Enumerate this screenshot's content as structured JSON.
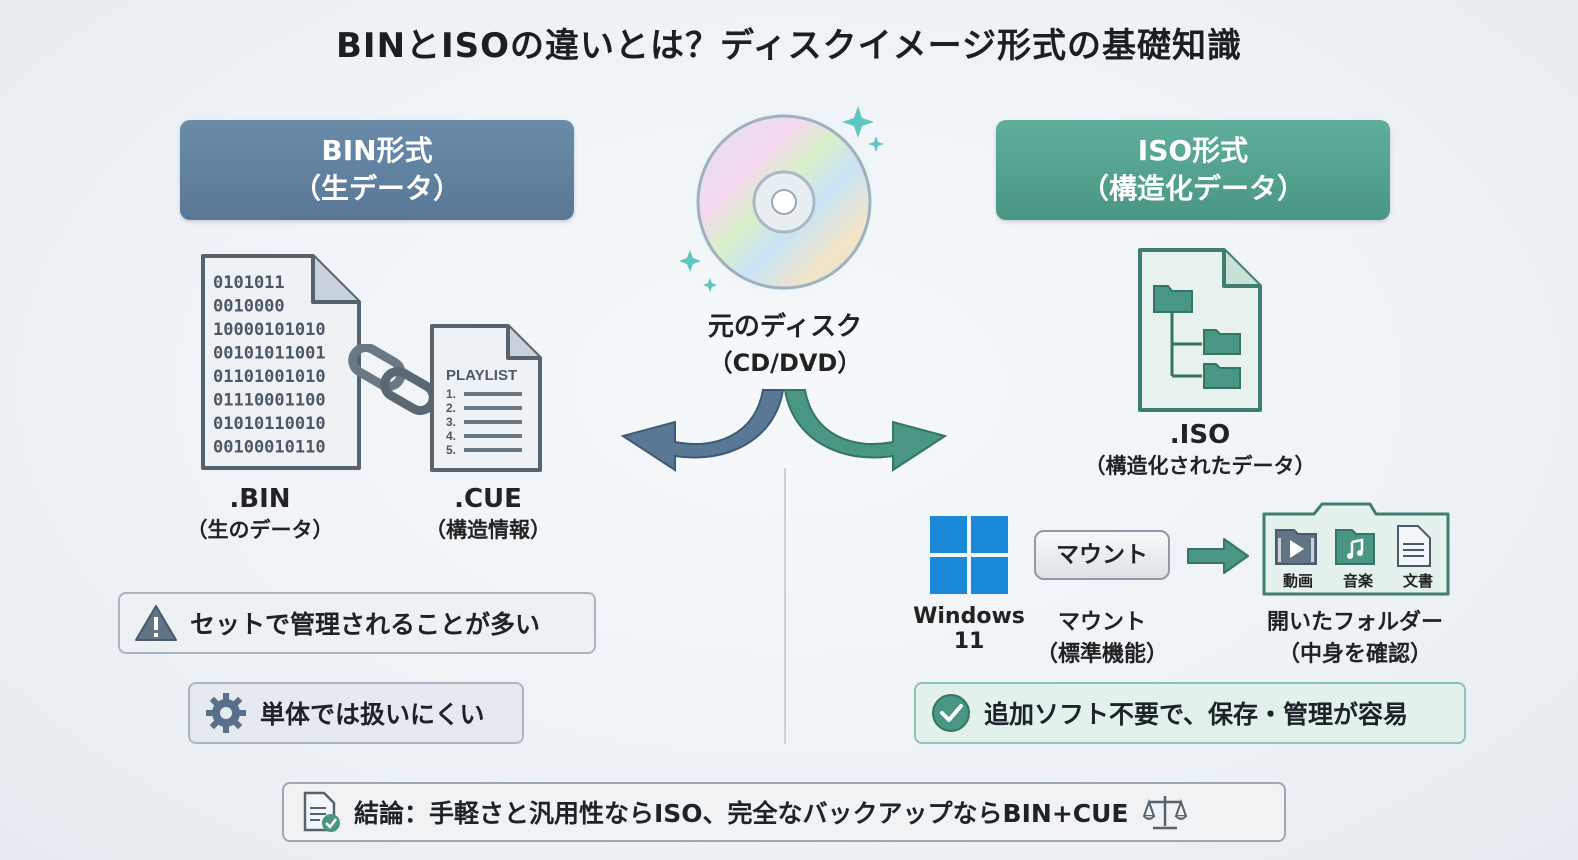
{
  "title": "BINとISOの違いとは？ディスクイメージ形式の基礎知識",
  "bin_header": {
    "line1": "BIN形式",
    "line2": "（生データ）"
  },
  "iso_header": {
    "line1": "ISO形式",
    "line2": "（構造化データ）"
  },
  "disc": {
    "line1": "元のディスク",
    "line2": "（CD/DVD）"
  },
  "bin_file": {
    "lines": [
      "0101011",
      "0010000",
      "10000101010",
      "00101011001",
      "01101001010",
      "01110001100",
      "01010110010",
      "00100010110"
    ],
    "ext": ".BIN",
    "sub": "（生のデータ）"
  },
  "cue_file": {
    "heading": "PLAYLIST",
    "items": [
      "1.",
      "2.",
      "3.",
      "4.",
      "5."
    ],
    "ext": ".CUE",
    "sub": "（構造情報）"
  },
  "iso_file": {
    "ext": ".ISO",
    "sub": "（構造化されたデータ）"
  },
  "warning_text": "セットで管理されることが多い",
  "hard_text": "単体では扱いにくい",
  "windows": {
    "label": "Windows 11"
  },
  "mount_button": "マウント",
  "mount_label": {
    "line1": "マウント",
    "line2": "（標準機能）"
  },
  "folder": {
    "items": [
      "動画",
      "音楽",
      "文書"
    ],
    "line1": "開いたフォルダー",
    "line2": "（中身を確認）"
  },
  "ok_text": "追加ソフト不要で、保存・管理が容易",
  "conclusion": "結論：手軽さと汎用性ならISO、完全なバックアップならBIN+CUE",
  "colors": {
    "bin": "#587896",
    "iso": "#4a9685",
    "sparkle": "#5ec6c0"
  },
  "icons": [
    "chain-link-icon",
    "warning-icon",
    "gear-icon",
    "windows-logo-icon",
    "arrow-right-icon",
    "check-circle-icon",
    "document-check-icon",
    "scale-icon",
    "video-icon",
    "music-icon",
    "document-icon",
    "folder-tree-icon",
    "sparkle-icon"
  ]
}
